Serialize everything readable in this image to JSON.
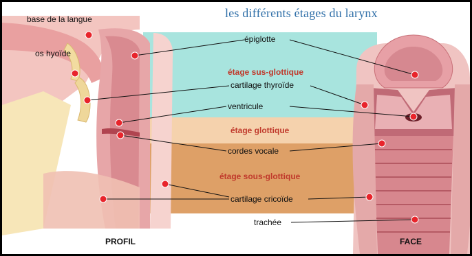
{
  "title": "les différents étages du larynx",
  "labels": {
    "base_langue": "base de la langue",
    "os_hyoide": "os hyoïde",
    "epiglotte": "épiglotte",
    "cartilage_thyroide": "cartilage thyroïde",
    "ventricule": "ventricule",
    "cordes_vocale": "cordes vocale",
    "cartilage_cricoide": "cartilage cricoïde",
    "trachee": "trachée"
  },
  "zones": {
    "sus_glottique": "étage sus-glottique",
    "glottique": "étage glottique",
    "sous_glottique": "étage sous-glottique"
  },
  "views": {
    "profil": "PROFIL",
    "face": "FACE"
  },
  "colors": {
    "sus_glottique_band": "#a8e4de",
    "glottique_band": "#f5d2ad",
    "sous_glottique_band": "#dea067",
    "marker": "#e8242b",
    "title": "#2f6fa8",
    "zone_text": "#c0392b"
  }
}
